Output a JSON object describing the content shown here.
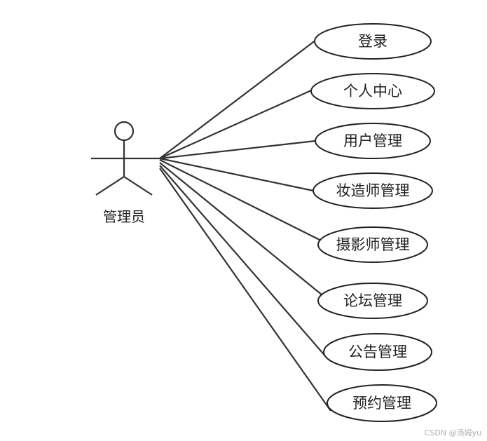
{
  "diagram": {
    "actor": {
      "label": "管理员"
    },
    "use_cases": [
      {
        "label": "登录"
      },
      {
        "label": "个人中心"
      },
      {
        "label": "用户管理"
      },
      {
        "label": "妆造师管理"
      },
      {
        "label": "摄影师管理"
      },
      {
        "label": "论坛管理"
      },
      {
        "label": "公告管理"
      },
      {
        "label": "预约管理"
      }
    ]
  },
  "watermark": "CSDN @汤姆yu"
}
